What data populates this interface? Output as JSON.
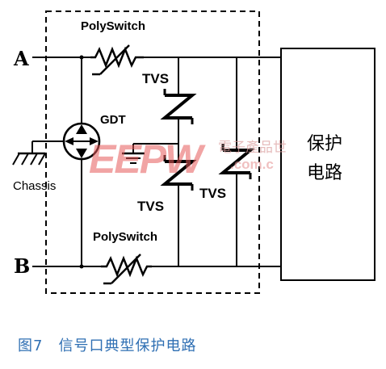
{
  "labels": {
    "terminal_a": "A",
    "terminal_b": "B",
    "polyswitch_top": "PolySwitch",
    "polyswitch_bottom": "PolySwitch",
    "gdt": "GDT",
    "chassis": "Chassis",
    "tvs_top": "TVS",
    "tvs_middle": "TVS",
    "tvs_right": "TVS",
    "protected_circuit_line1": "保护",
    "protected_circuit_line2": "电路"
  },
  "watermark": {
    "logo": "EEPW",
    "chinese": "電子產品世",
    "url": ".com.c"
  },
  "caption": "图7　信号口典型保护电路",
  "colors": {
    "line": "#000000",
    "caption": "#2f6fb3",
    "watermark": "#e65a5a"
  }
}
